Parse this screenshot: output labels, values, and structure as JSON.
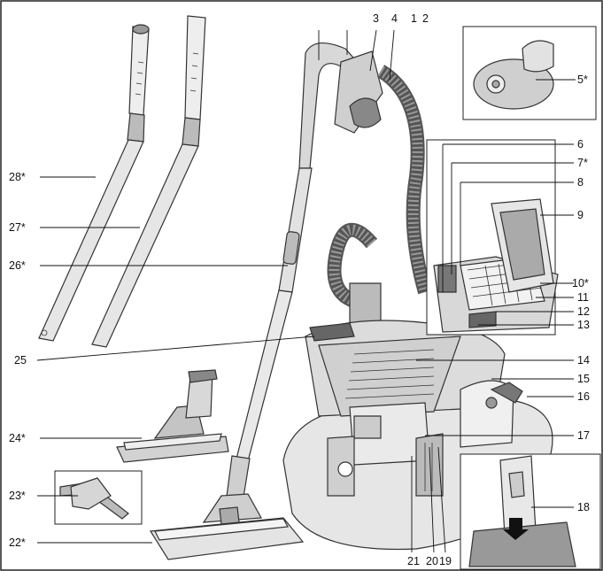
{
  "colors": {
    "line": "#111111",
    "outline": "#333333",
    "light_fill": "#eeeeee",
    "mid_fill": "#cfcfcf",
    "dark_fill": "#555555"
  },
  "labels": {
    "l1": "1",
    "l2": "2",
    "l3": "3",
    "l4": "4",
    "l5": "5*",
    "l6": "6",
    "l7": "7*",
    "l8": "8",
    "l9": "9",
    "l10": "10*",
    "l11": "11",
    "l12": "12",
    "l13": "13",
    "l14": "14",
    "l15": "15",
    "l16": "16",
    "l17": "17",
    "l18": "18",
    "l19": "19",
    "l20": "20",
    "l21": "21",
    "l22": "22*",
    "l23": "23*",
    "l24": "24*",
    "l25": "25",
    "l26": "26*",
    "l27": "27*",
    "l28": "28*"
  }
}
